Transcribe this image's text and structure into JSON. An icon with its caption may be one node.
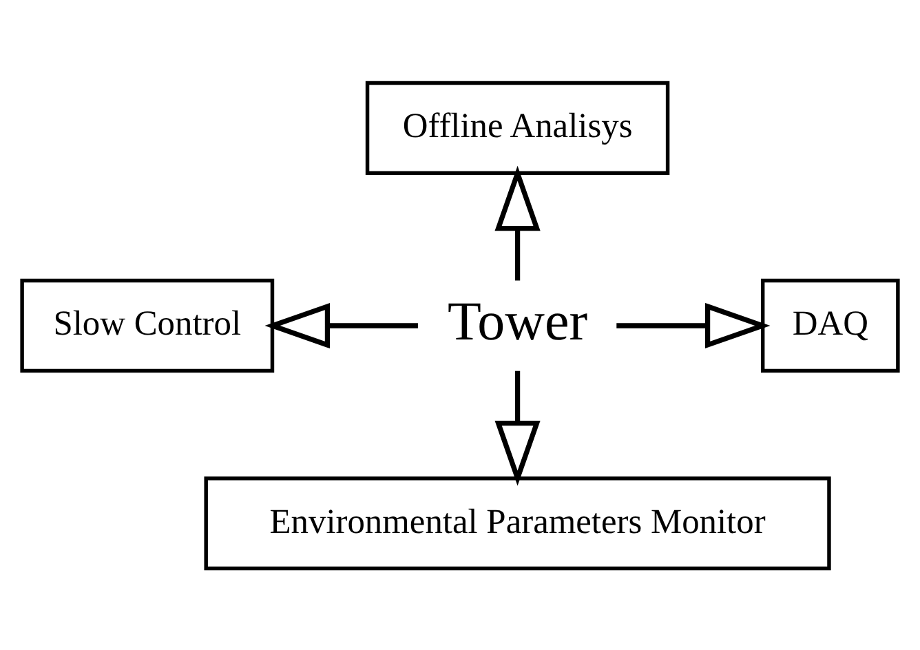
{
  "diagram": {
    "nodes": [
      {
        "text": [
          "Tower"
        ]
      },
      {
        "text": [
          "Offline Analisys"
        ]
      },
      {
        "text": [
          "Slow Control"
        ]
      },
      {
        "text": [
          "DAQ"
        ]
      },
      {
        "text": [
          "Environmental Parameters Monitor"
        ]
      }
    ],
    "edges": [
      {
        "from": 0,
        "to": 1,
        "arrow": "to"
      },
      {
        "from": 0,
        "to": 2,
        "arrow": "to"
      },
      {
        "from": 0,
        "to": 3,
        "arrow": "to"
      },
      {
        "from": 0,
        "to": 4,
        "arrow": "to"
      }
    ]
  }
}
